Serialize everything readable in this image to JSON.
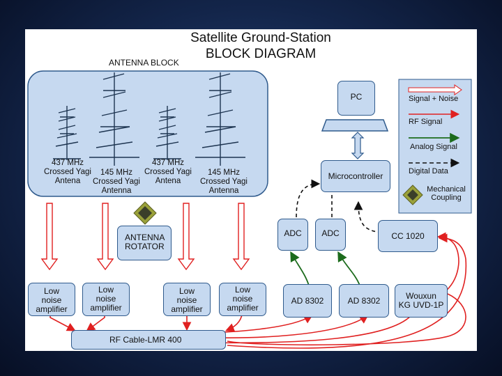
{
  "title": {
    "line1": "Satellite Ground-Station",
    "line2": "BLOCK DIAGRAM"
  },
  "antenna_block": {
    "label": "ANTENNA BLOCK",
    "antennas": [
      {
        "line1": "437 MHz",
        "line2": "Crossed Yagi",
        "line3": "Antena"
      },
      {
        "line1": "145 MHz",
        "line2": "Crossed Yagi",
        "line3": "Antenna"
      },
      {
        "line1": "437 MHz",
        "line2": "Crossed Yagi",
        "line3": "Antena"
      },
      {
        "line1": "145 MHz",
        "line2": "Crossed Yagi",
        "line3": "Antenna"
      }
    ]
  },
  "rotator": {
    "line1": "ANTENNA",
    "line2": "ROTATOR"
  },
  "pc": "PC",
  "microcontroller": "Microcontroller",
  "adc": [
    "ADC",
    "ADC"
  ],
  "cc1020": "CC 1020",
  "lna": {
    "line1": "Low",
    "line2": "noise",
    "line3": "amplifier"
  },
  "ad8302": [
    "AD 8302",
    "AD 8302"
  ],
  "wouxun": {
    "line1": "Wouxun",
    "line2": "KG UVD-1P"
  },
  "rf_cable": "RF Cable-LMR 400",
  "legend": {
    "signal_noise": "Signal + Noise",
    "rf_signal": "RF Signal",
    "analog_signal": "Analog Signal",
    "digital_data": "Digital Data",
    "mechanical": {
      "line1": "Mechanical",
      "line2": "Coupling"
    }
  },
  "colors": {
    "rf": "#e02020",
    "analog": "#1c6b1c",
    "digital": "#111111",
    "coupling": "#9aa13a",
    "block_fill": "#c6d9f0"
  }
}
